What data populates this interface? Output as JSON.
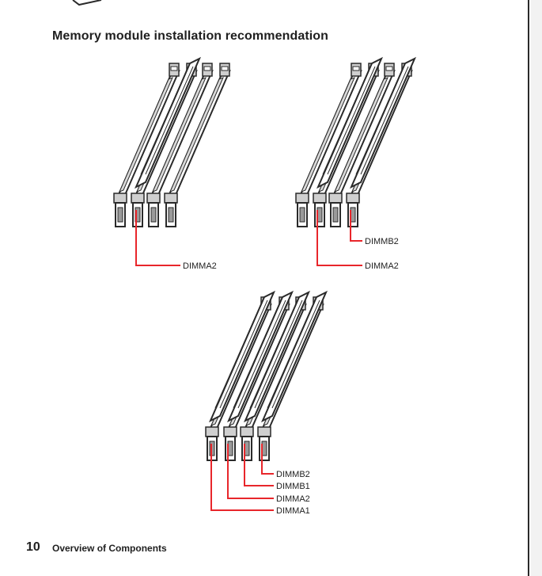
{
  "heading": "Memory module installation recommendation",
  "footer": {
    "page_number": "10",
    "section": "Overview of Components"
  },
  "accent_color": "#e8262b",
  "diagrams": [
    {
      "labels": [
        "DIMMA2"
      ]
    },
    {
      "labels": [
        "DIMMB2",
        "DIMMA2"
      ]
    },
    {
      "labels": [
        "DIMMB2",
        "DIMMB1",
        "DIMMA2",
        "DIMMA1"
      ]
    }
  ]
}
